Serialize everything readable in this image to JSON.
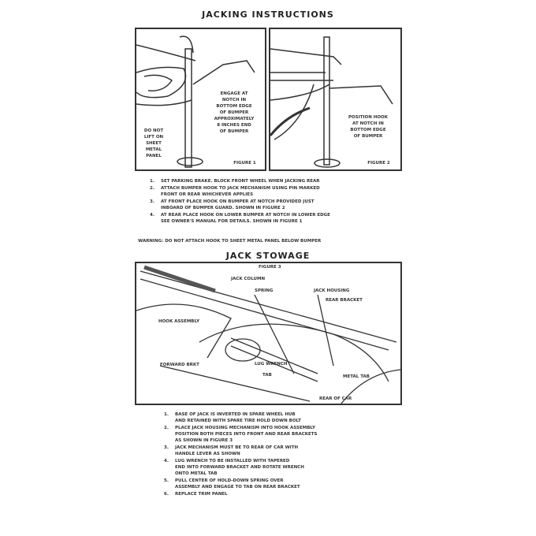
{
  "title": "JACKING INSTRUCTIONS",
  "figure1": {
    "note_engage": "ENGAGE AT\nNOTCH IN\nBOTTOM EDGE\nOF BUMPER\nAPPROXIMATELY\n8 INCHES END\nOF BUMPER",
    "note_warning": "DO NOT\nLIFT ON\nSHEET\nMETAL\nPANEL",
    "caption": "FIGURE 1"
  },
  "figure2": {
    "note": "POSITION HOOK\nAT NOTCH IN\nBOTTOM EDGE\nOF BUMPER",
    "caption": "FIGURE 2"
  },
  "jacking_steps": [
    {
      "num": "1.",
      "text": "SET PARKING BRAKE. BLOCK FRONT WHEEL WHEN JACKING REAR"
    },
    {
      "num": "2.",
      "text": "ATTACH BUMPER HOOK TO JACK MECHANISM USING PIN MARKED\nFRONT OR REAR WHICHEVER APPLIES"
    },
    {
      "num": "3.",
      "text": "AT FRONT PLACE HOOK ON BUMPER AT NOTCH PROVIDED JUST\nINBOARD OF BUMPER GUARD. SHOWN IN FIGURE 2"
    },
    {
      "num": "4.",
      "text": "AT REAR PLACE HOOK ON LOWER BUMPER AT NOTCH IN LOWER EDGE\nSEE OWNER'S MANUAL FOR DETAILS. SHOWN IN FIGURE 1"
    }
  ],
  "warning": "WARNING:  DO NOT ATTACH HOOK TO SHEET METAL PANEL BELOW BUMPER",
  "stowage_title": "JACK STOWAGE",
  "figure3": {
    "caption": "FIGURE 3",
    "jack_column": "JACK COLUMN",
    "spring": "SPRING",
    "jack_housing": "JACK HOUSING",
    "rear_bracket": "REAR BRACKET",
    "hook_assembly": "HOOK ASSEMBLY",
    "forward_brkt": "FORWARD BRKT",
    "lug_wrench": "LUG WRENCH",
    "tab": "TAB",
    "metal_tab": "METAL TAB",
    "rear_of_car": "REAR OF CAR"
  },
  "stowage_steps": [
    {
      "num": "1.",
      "text": "BASE OF JACK IS INVERTED IN SPARE WHEEL HUB\nAND RETAINED WITH SPARE TIRE HOLD DOWN BOLT"
    },
    {
      "num": "2.",
      "text": "PLACE JACK HOUSING MECHANISM INTO HOOK ASSEMBLY\nPOSITION BOTH PIECES INTO FRONT AND REAR BRACKETS\nAS SHOWN IN FIGURE 3"
    },
    {
      "num": "3.",
      "text": "JACK MECHANISM MUST BE TO REAR OF CAR WITH\nHANDLE LEVER AS SHOWN"
    },
    {
      "num": "4.",
      "text": "LUG WRENCH TO BE INSTALLED WITH TAPERED\nEND INTO FORWARD BRACKET AND ROTATE WRENCH\nONTO METAL TAB"
    },
    {
      "num": "5.",
      "text": "PULL CENTER OF HOLD-DOWN SPRING OVER\nASSEMBLY AND ENGAGE TO TAB ON REAR BRACKET"
    },
    {
      "num": "6.",
      "text": "REPLACE TRIM PANEL"
    }
  ]
}
